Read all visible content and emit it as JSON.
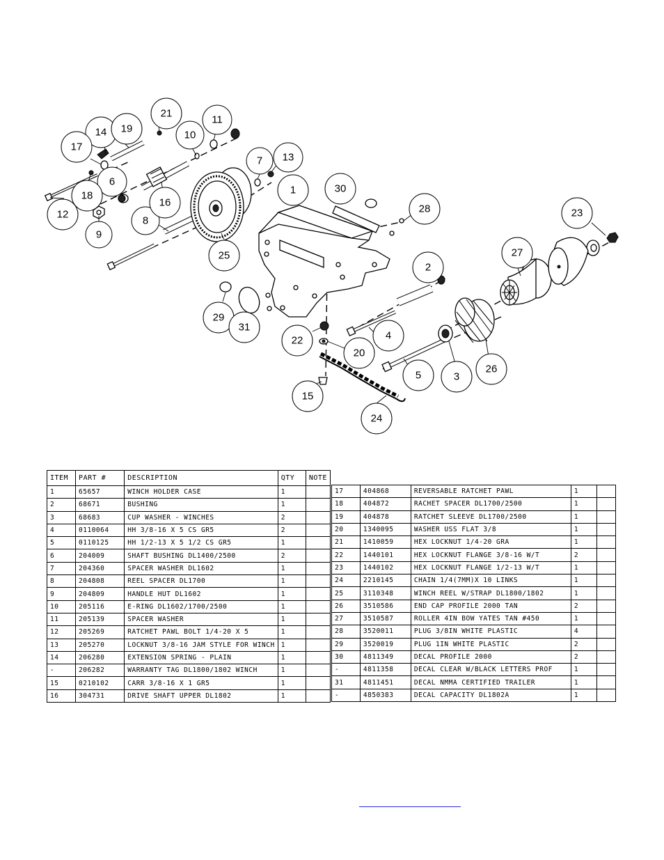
{
  "diagram": {
    "callouts": [
      "1",
      "2",
      "3",
      "4",
      "5",
      "6",
      "7",
      "8",
      "9",
      "10",
      "11",
      "12",
      "13",
      "14",
      "15",
      "16",
      "17",
      "18",
      "19",
      "20",
      "21",
      "22",
      "23",
      "24",
      "25",
      "26",
      "27",
      "28",
      "29",
      "30",
      "31"
    ]
  },
  "bom": {
    "headers": {
      "item": "ITEM",
      "part": "PART #",
      "description": "DESCRIPTION",
      "qty": "QTY",
      "note": "NOTE"
    },
    "left_rows": [
      {
        "item": "1",
        "part": "65657",
        "description": "WINCH HOLDER CASE",
        "qty": "1"
      },
      {
        "item": "2",
        "part": "68671",
        "description": "BUSHING",
        "qty": "1"
      },
      {
        "item": "3",
        "part": "68683",
        "description": "CUP WASHER - WINCHES",
        "qty": "2"
      },
      {
        "item": "4",
        "part": "0110064",
        "description": "HH 3/8-16 X 5 CS GR5",
        "qty": "2"
      },
      {
        "item": "5",
        "part": "0110125",
        "description": "HH 1/2-13 X 5 1/2 CS GR5",
        "qty": "1"
      },
      {
        "item": "6",
        "part": "204009",
        "description": "SHAFT BUSHING  DL1400/2500",
        "qty": "2"
      },
      {
        "item": "7",
        "part": "204360",
        "description": "SPACER WASHER  DL1602",
        "qty": "1"
      },
      {
        "item": "8",
        "part": "204808",
        "description": "REEL SPACER  DL1700",
        "qty": "1"
      },
      {
        "item": "9",
        "part": "204809",
        "description": "HANDLE HUT  DL1602",
        "qty": "1"
      },
      {
        "item": "10",
        "part": "205116",
        "description": "E-RING DL1602/1700/2500",
        "qty": "1"
      },
      {
        "item": "11",
        "part": "205139",
        "description": "SPACER WASHER",
        "qty": "1"
      },
      {
        "item": "12",
        "part": "205269",
        "description": "RATCHET PAWL BOLT 1/4-20 X 5",
        "qty": "1"
      },
      {
        "item": "13",
        "part": "205270",
        "description": "LOCKNUT 3/8-16 JAM STYLE FOR WINCH",
        "qty": "1"
      },
      {
        "item": "14",
        "part": "206280",
        "description": "EXTENSION SPRING - PLAIN",
        "qty": "1"
      },
      {
        "item": "-",
        "part": "206282",
        "description": "WARRANTY TAG DL1800/1802 WINCH",
        "qty": "1"
      },
      {
        "item": "15",
        "part": "0210102",
        "description": "CARR 3/8-16 X 1 GR5",
        "qty": "1"
      },
      {
        "item": "16",
        "part": "304731",
        "description": "DRIVE SHAFT UPPER  DL1802",
        "qty": "1"
      }
    ],
    "right_rows": [
      {
        "item": "17",
        "part": "404868",
        "description": "REVERSABLE RATCHET PAWL",
        "qty": "1"
      },
      {
        "item": "18",
        "part": "404872",
        "description": "RACHET SPACER  DL1700/2500",
        "qty": "1"
      },
      {
        "item": "19",
        "part": "404878",
        "description": "RATCHET SLEEVE  DL1700/2500",
        "qty": "1"
      },
      {
        "item": "20",
        "part": "1340095",
        "description": "WASHER USS FLAT 3/8",
        "qty": "1"
      },
      {
        "item": "21",
        "part": "1410059",
        "description": "HEX LOCKNUT 1/4-20 GRA",
        "qty": "1"
      },
      {
        "item": "22",
        "part": "1440101",
        "description": "HEX LOCKNUT FLANGE 3/8-16 W/T",
        "qty": "2"
      },
      {
        "item": "23",
        "part": "1440102",
        "description": "HEX LOCKNUT FLANGE 1/2-13 W/T",
        "qty": "1"
      },
      {
        "item": "24",
        "part": "2210145",
        "description": "CHAIN 1/4(7MM)X 10 LINKS",
        "qty": "1"
      },
      {
        "item": "25",
        "part": "3110348",
        "description": "WINCH REEL W/STRAP  DL1800/1802",
        "qty": "1"
      },
      {
        "item": "26",
        "part": "3510586",
        "description": "END CAP PROFILE 2000 TAN",
        "qty": "2"
      },
      {
        "item": "27",
        "part": "3510587",
        "description": "ROLLER 4IN BOW YATES TAN #450",
        "qty": "1"
      },
      {
        "item": "28",
        "part": "3520011",
        "description": "PLUG  3/8IN WHITE PLASTIC",
        "qty": "4"
      },
      {
        "item": "29",
        "part": "3520019",
        "description": "PLUG  1IN WHITE PLASTIC",
        "qty": "2"
      },
      {
        "item": "30",
        "part": "4811349",
        "description": "DECAL PROFILE 2000",
        "qty": "2"
      },
      {
        "item": "-",
        "part": "4811358",
        "description": "DECAL CLEAR W/BLACK LETTERS PROF",
        "qty": "1"
      },
      {
        "item": "31",
        "part": "4811451",
        "description": "DECAL NMMA CERTIFIED TRAILER",
        "qty": "1"
      },
      {
        "item": "-",
        "part": "4850383",
        "description": "DECAL CAPACITY DL1802A",
        "qty": "1"
      }
    ]
  }
}
